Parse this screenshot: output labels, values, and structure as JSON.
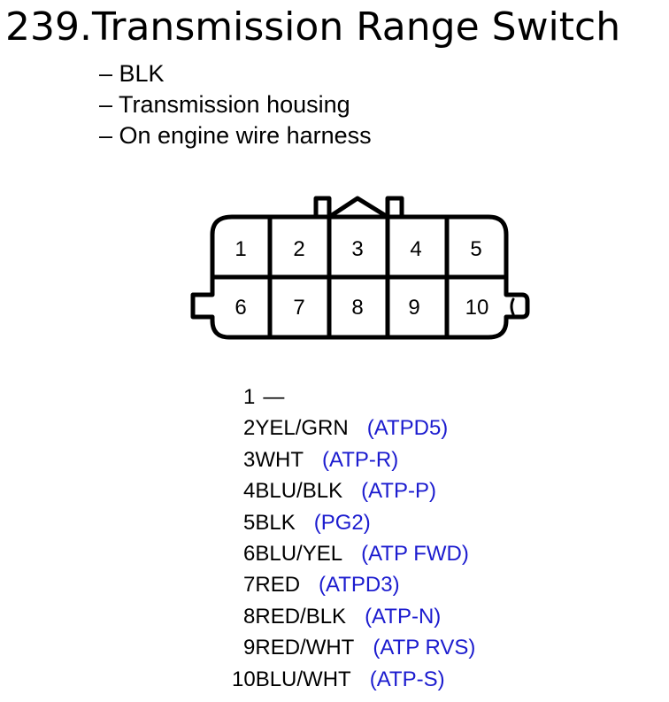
{
  "title": "239.Transmission Range Switch",
  "info": [
    "– BLK",
    "– Transmission housing",
    "– On engine wire harness"
  ],
  "connector": {
    "top_row_pins": [
      "1",
      "2",
      "3",
      "4",
      "5"
    ],
    "bottom_row_pins": [
      "6",
      "7",
      "8",
      "9",
      "10"
    ]
  },
  "pins": [
    {
      "num": "1",
      "wire": " —",
      "func": ""
    },
    {
      "num": "2",
      "wire": "YEL/GRN",
      "func": "(ATPD5)"
    },
    {
      "num": "3",
      "wire": "WHT",
      "func": "(ATP-R)"
    },
    {
      "num": "4",
      "wire": "BLU/BLK",
      "func": "(ATP-P)"
    },
    {
      "num": "5",
      "wire": "BLK",
      "func": "(PG2)"
    },
    {
      "num": "6",
      "wire": "BLU/YEL",
      "func": "(ATP FWD)"
    },
    {
      "num": "7",
      "wire": "RED",
      "func": "(ATPD3)"
    },
    {
      "num": "8",
      "wire": "RED/BLK",
      "func": "(ATP-N)"
    },
    {
      "num": "9",
      "wire": "RED/WHT",
      "func": "(ATP RVS)"
    },
    {
      "num": "10",
      "wire": "BLU/WHT",
      "func": "(ATP-S)"
    }
  ],
  "colors": {
    "text": "#000000",
    "function_text": "#1c1ccf",
    "connector_stroke": "#000000"
  }
}
